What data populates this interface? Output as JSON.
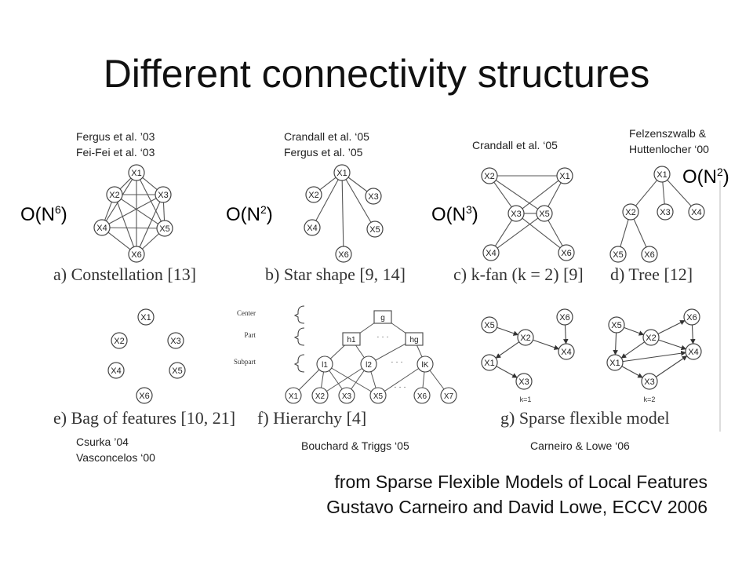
{
  "title": "Different connectivity structures",
  "citations": {
    "constellation": [
      "Fergus et al. ’03",
      "Fei-Fei et al. ‘03"
    ],
    "star": [
      "Crandall et al. ‘05",
      "Fergus et al. ’05"
    ],
    "kfan": [
      "Crandall et al. ‘05"
    ],
    "tree": [
      "Felzenszwalb &",
      "Huttenlocher ‘00"
    ],
    "bag": [
      "Csurka ’04",
      "Vasconcelos ‘00"
    ],
    "hierarchy": [
      "Bouchard & Triggs ‘05"
    ],
    "sparse": [
      "Carneiro & Lowe ‘06"
    ]
  },
  "complexity": {
    "constellation": {
      "base": "O(N",
      "exp": "6",
      "close": ")"
    },
    "star": {
      "base": "O(N",
      "exp": "2",
      "close": ")"
    },
    "kfan": {
      "base": "O(N",
      "exp": "3",
      "close": ")"
    },
    "tree": {
      "base": "O(N",
      "exp": "2",
      "close": ")"
    }
  },
  "captions": {
    "a": "a) Constellation [13]",
    "b": "b) Star shape [9, 14]",
    "c": "c) k-fan (k = 2) [9]",
    "d": "d) Tree [12]",
    "e": "e) Bag of features [10, 21]",
    "f": "f) Hierarchy [4]",
    "g": "g) Sparse flexible model"
  },
  "hierarchy_levels": [
    "Center",
    "Part",
    "Subpart"
  ],
  "hierarchy_nodes": {
    "root": "g",
    "parts": [
      "h1",
      "hg"
    ],
    "subparts": [
      "l1",
      "l2",
      "lK"
    ]
  },
  "sparse_labels": [
    "k=1",
    "k=2"
  ],
  "node_labels": [
    "X1",
    "X2",
    "X3",
    "X4",
    "X5",
    "X6",
    "X7"
  ],
  "source": [
    "from Sparse Flexible Models of Local Features",
    "Gustavo Carneiro and David Lowe, ECCV 2006"
  ]
}
